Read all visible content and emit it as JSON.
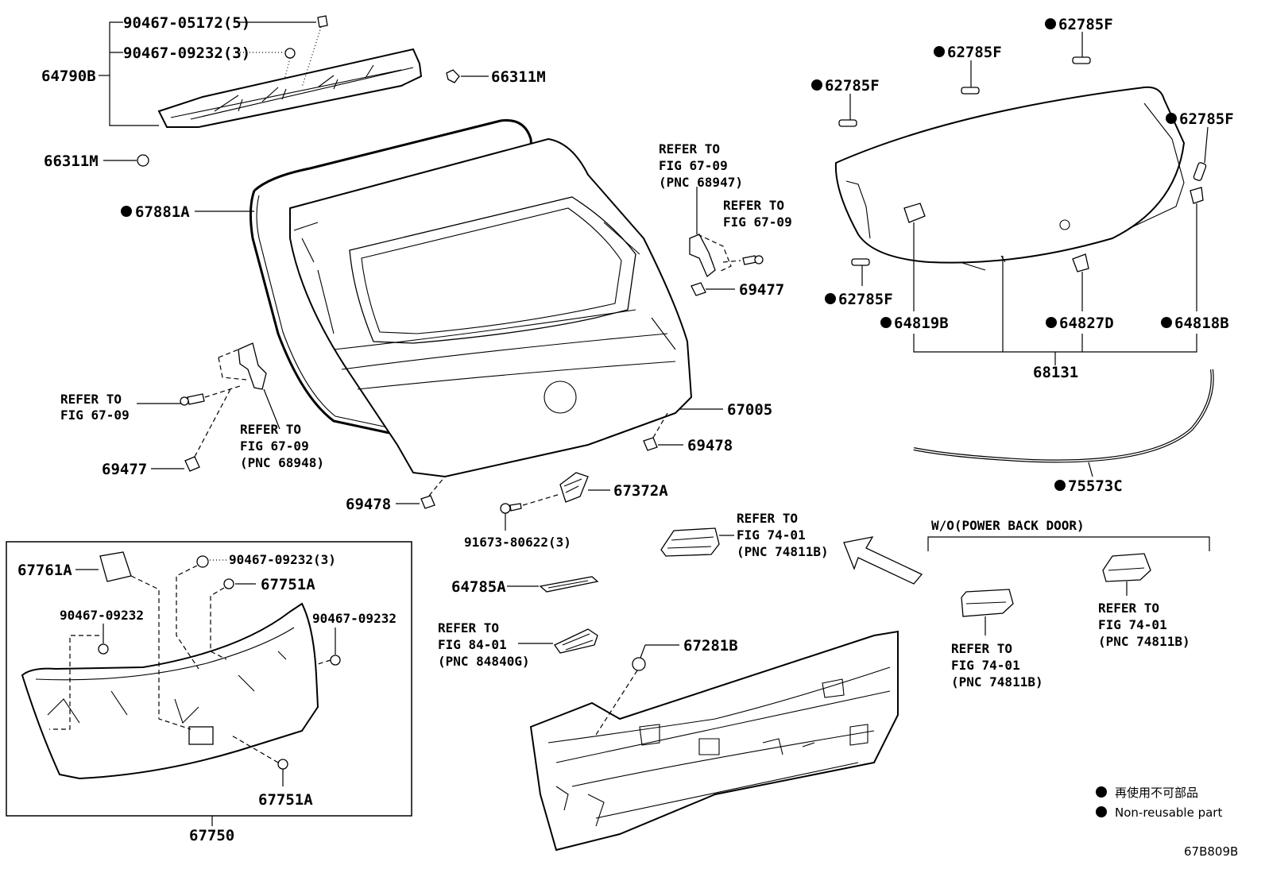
{
  "labels": {
    "p90467_05172": "90467-05172(5)",
    "p90467_09232_3_top": "90467-09232(3)",
    "p64790B": "64790B",
    "p66311M_top": "66311M",
    "p66311M_left": "66311M",
    "p67881A": "67881A",
    "ref_67_09_a_line1": "REFER TO",
    "ref_67_09_a_line2": "FIG 67-09",
    "ref_67_09_a_line3": "(PNC 68947)",
    "ref_67_09_b_line1": "REFER TO",
    "ref_67_09_b_line2": "FIG 67-09",
    "p69477_right": "69477",
    "ref_67_09_c_line1": "REFER TO",
    "ref_67_09_c_line2": "FIG 67-09",
    "ref_67_09_d_line1": "REFER TO",
    "ref_67_09_d_line2": "FIG 67-09",
    "ref_67_09_d_line3": "(PNC 68948)",
    "p69477_left": "69477",
    "p67005": "67005",
    "p69478_right": "69478",
    "p69478_left": "69478",
    "p67372A": "67372A",
    "p91673_80622": "91673-80622(3)",
    "ref_74_01_a_line1": "REFER TO",
    "ref_74_01_a_line2": "FIG 74-01",
    "ref_74_01_a_line3": "(PNC 74811B)",
    "p64785A": "64785A",
    "ref_84_01_line1": "REFER TO",
    "ref_84_01_line2": "FIG 84-01",
    "ref_84_01_line3": "(PNC 84840G)",
    "p67281B": "67281B",
    "p67761A": "67761A",
    "p90467_09232_3_box": "90467-09232(3)",
    "p67751A_top": "67751A",
    "p90467_09232_left": "90467-09232",
    "p90467_09232_right": "90467-09232",
    "p67751A_bottom": "67751A",
    "p67750": "67750",
    "p62785F_1": "62785F",
    "p62785F_2": "62785F",
    "p62785F_3": "62785F",
    "p62785F_4": "62785F",
    "p62785F_5": "62785F",
    "p64819B": "64819B",
    "p64827D": "64827D",
    "p64818B": "64818B",
    "p68131": "68131",
    "p75573C": "75573C",
    "wo_power_back_door": "W/O(POWER BACK DOOR)",
    "ref_74_01_b_line1": "REFER TO",
    "ref_74_01_b_line2": "FIG 74-01",
    "ref_74_01_b_line3": "(PNC 74811B)",
    "ref_74_01_c_line1": "REFER TO",
    "ref_74_01_c_line2": "FIG 74-01",
    "ref_74_01_c_line3": "(PNC 74811B)"
  },
  "legend": {
    "jp": "再使用不可部品",
    "en": "Non-reusable part"
  },
  "figure_code": "67B809B"
}
